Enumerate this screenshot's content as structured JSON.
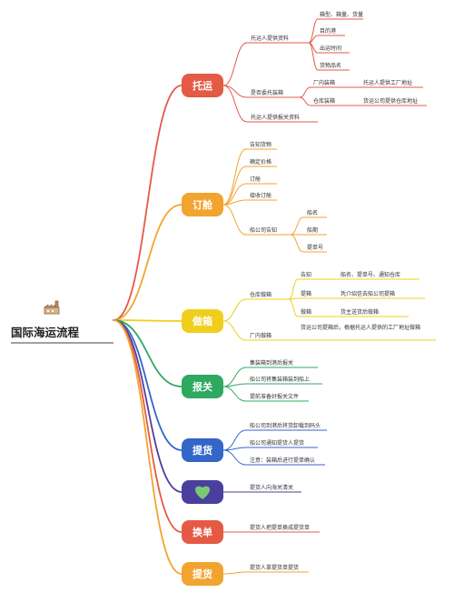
{
  "root": {
    "title": "国际海运流程",
    "icon": "factory-icon"
  },
  "colors": {
    "c1": "#e45a45",
    "c2": "#f2a430",
    "c3": "#f0cf1c",
    "c4": "#2fa860",
    "c5": "#3366c8",
    "c6": "#4a3f9e",
    "c7": "#e45a45",
    "c8": "#f2a430",
    "heart": "#7ac874"
  },
  "branches": [
    {
      "id": "b1",
      "label": "托运",
      "color": "#e45a45",
      "children": [
        {
          "label": "托运人提供资料",
          "children": [
            {
              "label": "箱型、箱量、货量"
            },
            {
              "label": "目的港"
            },
            {
              "label": "出运时间"
            },
            {
              "label": "货物品名"
            }
          ]
        },
        {
          "label": "是否委托装箱",
          "children": [
            {
              "label": "厂内装箱",
              "children": [
                {
                  "label": "托运人提供工厂地址"
                }
              ]
            },
            {
              "label": "仓库装箱",
              "children": [
                {
                  "label": "货运公司提供仓库地址"
                }
              ]
            }
          ]
        },
        {
          "label": "托运人提供报关资料"
        }
      ]
    },
    {
      "id": "b2",
      "label": "订舱",
      "color": "#f2a430",
      "children": [
        {
          "label": "告知货物"
        },
        {
          "label": "确定价格"
        },
        {
          "label": "订舱"
        },
        {
          "label": "接收订舱"
        },
        {
          "label": "船公司告知",
          "children": [
            {
              "label": "船名"
            },
            {
              "label": "船期"
            },
            {
              "label": "提单号"
            }
          ]
        }
      ]
    },
    {
      "id": "b3",
      "label": "做箱",
      "color": "#f0cf1c",
      "children": [
        {
          "label": "仓库做箱",
          "children": [
            {
              "label": "告知",
              "children": [
                {
                  "label": "船名、提单号、通知仓库"
                }
              ]
            },
            {
              "label": "提箱",
              "children": [
                {
                  "label": "凭介绍信去船公司提箱"
                }
              ]
            },
            {
              "label": "做箱",
              "children": [
                {
                  "label": "货主送货后做箱"
                }
              ]
            }
          ]
        },
        {
          "label": "厂内做箱",
          "children": [
            {
              "label": "货运公司提箱后，根据托运人提供的工厂地址做箱"
            }
          ]
        }
      ]
    },
    {
      "id": "b4",
      "label": "报关",
      "color": "#2fa860",
      "children": [
        {
          "label": "集装箱到港后报关"
        },
        {
          "label": "船公司将集装箱装到船上"
        },
        {
          "label": "提前准备好报关文件"
        }
      ]
    },
    {
      "id": "b5",
      "label": "提货",
      "color": "#3366c8",
      "children": [
        {
          "label": "船公司到港后将货卸载到码头"
        },
        {
          "label": "船公司通知提货人提货"
        },
        {
          "label": "注意：装箱后进行提单确认"
        }
      ]
    },
    {
      "id": "b6",
      "label": "",
      "color": "#4a3f9e",
      "icon": "heart-icon",
      "children": [
        {
          "label": "提货人向海关清关"
        }
      ]
    },
    {
      "id": "b7",
      "label": "换单",
      "color": "#e45a45",
      "children": [
        {
          "label": "提货人把提单换成提货单"
        }
      ]
    },
    {
      "id": "b8",
      "label": "提货",
      "color": "#f2a430",
      "children": [
        {
          "label": "提货人拿提货单提货"
        }
      ]
    }
  ]
}
